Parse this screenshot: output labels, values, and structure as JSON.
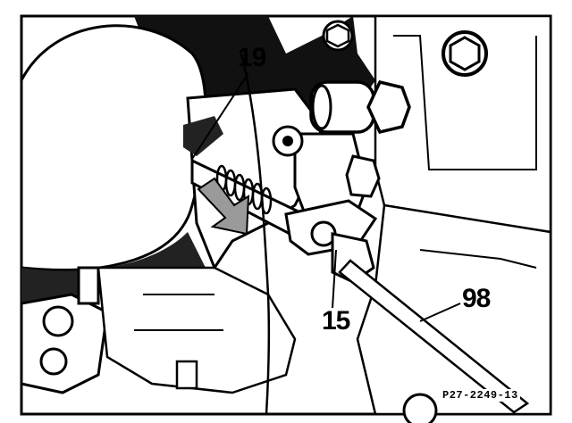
{
  "figure": {
    "callouts": {
      "c19": "19",
      "c15": "15",
      "c98": "98"
    },
    "figure_code": "P27-2249-13",
    "colors": {
      "ink": "#000000",
      "paper": "#ffffff",
      "shade": "#9a9a9a"
    }
  }
}
